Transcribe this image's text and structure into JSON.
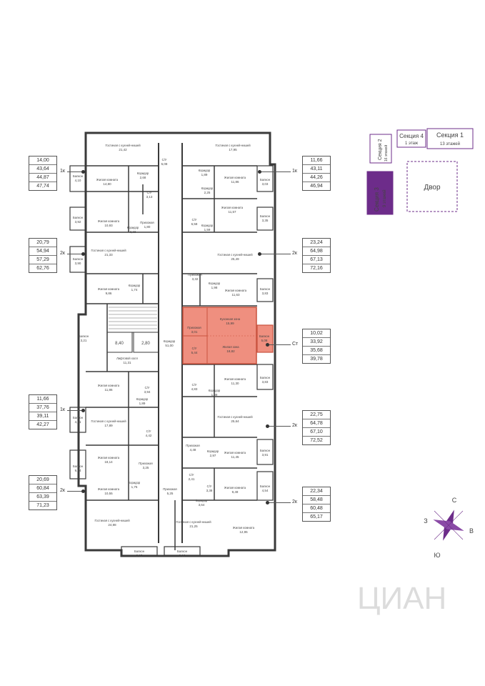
{
  "colors": {
    "wall": "#3a3a3a",
    "highlight": "#ef8f7f",
    "highlight_border": "#c9533f",
    "section_purple": "#6d2c8a"
  },
  "rooms": [
    {
      "id": "r1",
      "name": "Гостиная с кухней-нишей",
      "area": "21,42"
    },
    {
      "id": "r2",
      "name": "Гостиная с кухней-нишей",
      "area": "17,95"
    },
    {
      "id": "r3",
      "name": "Жилая комната",
      "area": "14,80"
    },
    {
      "id": "r4",
      "name": "Коридор",
      "area": "2,68"
    },
    {
      "id": "r5",
      "name": "С/У",
      "area": "5,08"
    },
    {
      "id": "r6",
      "name": "Коридор",
      "area": "1,89"
    },
    {
      "id": "r7",
      "name": "Жилая комната",
      "area": "11,86"
    },
    {
      "id": "r8",
      "name": "С/У",
      "area": "3,13"
    },
    {
      "id": "r9",
      "name": "Коридор",
      "area": "2,25"
    },
    {
      "id": "r10",
      "name": "Жилая комната",
      "area": "11,57"
    },
    {
      "id": "r11",
      "name": "Жилая комната",
      "area": "10,93"
    },
    {
      "id": "r12",
      "name": "Коридор",
      "area": "2,22"
    },
    {
      "id": "r13",
      "name": "Прихожая",
      "area": "1,80"
    },
    {
      "id": "r14",
      "name": "С/У",
      "area": "6,58"
    },
    {
      "id": "r15",
      "name": "Коридор",
      "area": "1,59"
    },
    {
      "id": "r16",
      "name": "Гостиная с кухней-нишей",
      "area": "21,33"
    },
    {
      "id": "r17",
      "name": "Гостиная с кухней-нишей",
      "area": "25,49"
    },
    {
      "id": "r18",
      "name": "Жилая комната",
      "area": "9,86"
    },
    {
      "id": "r19",
      "name": "Коридор",
      "area": "1,74"
    },
    {
      "id": "r20",
      "name": "Прихожая",
      "area": "3,32"
    },
    {
      "id": "r21",
      "name": "Коридор",
      "area": "1,98"
    },
    {
      "id": "r22",
      "name": "Жилая комната",
      "area": "11,63"
    },
    {
      "id": "r23",
      "name": "Кухонная зона",
      "area": "15,99"
    },
    {
      "id": "r24",
      "name": "Прихожая",
      "area": "3,01"
    },
    {
      "id": "r25",
      "name": "Жилая зона",
      "area": "18,82"
    },
    {
      "id": "r26",
      "name": "С/У",
      "area": "5,44"
    },
    {
      "id": "r27",
      "name": "Балкон",
      "area": "5,08"
    },
    {
      "id": "r28",
      "name": "Лифтовой холл",
      "area": "11,31"
    },
    {
      "id": "r29",
      "name": "Коридор",
      "area": "51,00"
    },
    {
      "id": "r30",
      "name": "Жилая комната",
      "area": "11,86"
    },
    {
      "id": "r31",
      "name": "С/У",
      "area": "3,94"
    },
    {
      "id": "r32",
      "name": "Коридор",
      "area": "1,89"
    },
    {
      "id": "r33",
      "name": "Жилая комната",
      "area": "11,30"
    },
    {
      "id": "r34",
      "name": "С/У",
      "area": "4,83"
    },
    {
      "id": "r35",
      "name": "Коридор",
      "area": "1,89"
    },
    {
      "id": "r36",
      "name": "Гостиная с кухней-нишей",
      "area": "17,89"
    },
    {
      "id": "r37",
      "name": "Гостиная с кухней-нишей",
      "area": "25,64"
    },
    {
      "id": "r38",
      "name": "С/У",
      "area": "4,42"
    },
    {
      "id": "r39",
      "name": "Прихожая",
      "area": "4,48"
    },
    {
      "id": "r40",
      "name": "Коридор",
      "area": "2,97"
    },
    {
      "id": "r41",
      "name": "Жилая комната",
      "area": "18,14"
    },
    {
      "id": "r42",
      "name": "Прихожая",
      "area": "3,25"
    },
    {
      "id": "r43",
      "name": "Жилая комната",
      "area": "11,45"
    },
    {
      "id": "r44",
      "name": "Жилая комната",
      "area": "10,55"
    },
    {
      "id": "r45",
      "name": "Коридор",
      "area": "1,75"
    },
    {
      "id": "r46",
      "name": "Прихожая",
      "area": "5,25"
    },
    {
      "id": "r47",
      "name": "С/У",
      "area": "2,41"
    },
    {
      "id": "r48",
      "name": "С/У",
      "area": "3,38"
    },
    {
      "id": "r49",
      "name": "Жилая комната",
      "area": "9,49"
    },
    {
      "id": "r50",
      "name": "Коридор",
      "area": "3,64"
    },
    {
      "id": "r51",
      "name": "Гостиная с кухней-нишей",
      "area": "24,98"
    },
    {
      "id": "r52",
      "name": "Гостиная с кухней-нишей",
      "area": "21,25"
    },
    {
      "id": "r53",
      "name": "Жилая комната",
      "area": "12,95"
    }
  ],
  "balconies": [
    {
      "id": "b1",
      "name": "Балкон",
      "area": "4,10"
    },
    {
      "id": "b2",
      "name": "Балкон",
      "area": "3,03"
    },
    {
      "id": "b3",
      "name": "Балкон",
      "area": "3,92"
    },
    {
      "id": "b4",
      "name": "Балкон",
      "area": "3,35"
    },
    {
      "id": "b5",
      "name": "Балкон",
      "area": "3,90"
    },
    {
      "id": "b6",
      "name": "Балкон",
      "area": "3,83"
    },
    {
      "id": "b7",
      "name": "Балкон",
      "area": "3,21"
    },
    {
      "id": "b8",
      "name": "Балкон",
      "area": "3,83"
    },
    {
      "id": "b9",
      "name": "Балкон",
      "area": "4,51"
    },
    {
      "id": "b10",
      "name": "Балкон",
      "area": "3,91"
    },
    {
      "id": "b11",
      "name": "Балкон",
      "area": "9,84"
    },
    {
      "id": "b12",
      "name": "Балкон",
      "area": "4,54"
    },
    {
      "id": "b13",
      "name": "Балкон",
      "area": "2,15"
    },
    {
      "id": "b14",
      "name": "Балкон",
      "area": "2,16"
    }
  ],
  "apartments": [
    {
      "id": "a1",
      "rooms": "1к",
      "values": [
        "14,00",
        "43,64",
        "44,87",
        "47,74"
      ]
    },
    {
      "id": "a2",
      "rooms": "1к",
      "values": [
        "11,66",
        "43,11",
        "44,26",
        "46,94"
      ]
    },
    {
      "id": "a3",
      "rooms": "2к",
      "values": [
        "20,79",
        "54,94",
        "57,29",
        "62,76"
      ]
    },
    {
      "id": "a4",
      "rooms": "2к",
      "values": [
        "23,24",
        "64,98",
        "67,13",
        "72,16"
      ]
    },
    {
      "id": "a5",
      "rooms": "Ст",
      "values": [
        "10,02",
        "33,92",
        "35,68",
        "39,78"
      ]
    },
    {
      "id": "a6",
      "rooms": "1к",
      "values": [
        "11,66",
        "37,76",
        "39,11",
        "42,27"
      ]
    },
    {
      "id": "a7",
      "rooms": "2к",
      "values": [
        "22,75",
        "64,78",
        "67,10",
        "72,52"
      ]
    },
    {
      "id": "a8",
      "rooms": "2к",
      "values": [
        "20,69",
        "60,84",
        "63,39",
        "71,23"
      ]
    },
    {
      "id": "a9",
      "rooms": "2к",
      "values": [
        "22,34",
        "58,48",
        "60,48",
        "65,17"
      ]
    }
  ],
  "elevators": [
    "8,40",
    "2,80"
  ],
  "site_plan": {
    "section1": "Секция 1",
    "section1_floors": "13 этажей",
    "section2": "Секция 2",
    "section2_floors": "16 этажей",
    "section3": "Секция 3",
    "section3_floors": "9 этажей",
    "section4": "Секция 4",
    "section4_floors": "1 этаж",
    "yard": "Двор"
  },
  "compass": {
    "n": "С",
    "s": "Ю",
    "w": "З",
    "e": "В"
  },
  "watermark": "ЦИАН"
}
